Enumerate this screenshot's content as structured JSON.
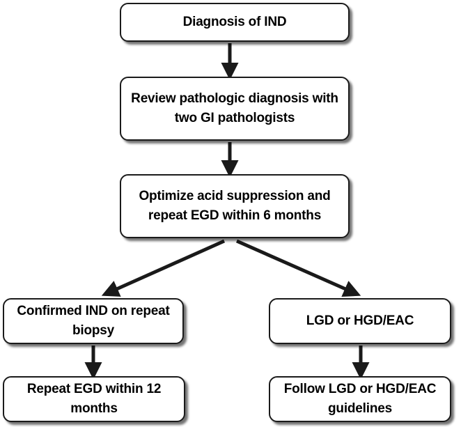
{
  "nodes": {
    "diagnosis": "Diagnosis of IND",
    "review": "Review pathologic diagnosis with two GI pathologists",
    "optimize": "Optimize acid suppression and repeat EGD within 6 months",
    "confirmed": "Confirmed IND on repeat biopsy",
    "lgd_hgd": "LGD or HGD/EAC",
    "repeat_egd": "Repeat EGD within 12 months",
    "follow": "Follow LGD or HGD/EAC guidelines"
  },
  "colors": {
    "box_border": "#1a1a1a",
    "arrow": "#1a1a1a",
    "shadow": "#000000",
    "background": "#ffffff"
  }
}
